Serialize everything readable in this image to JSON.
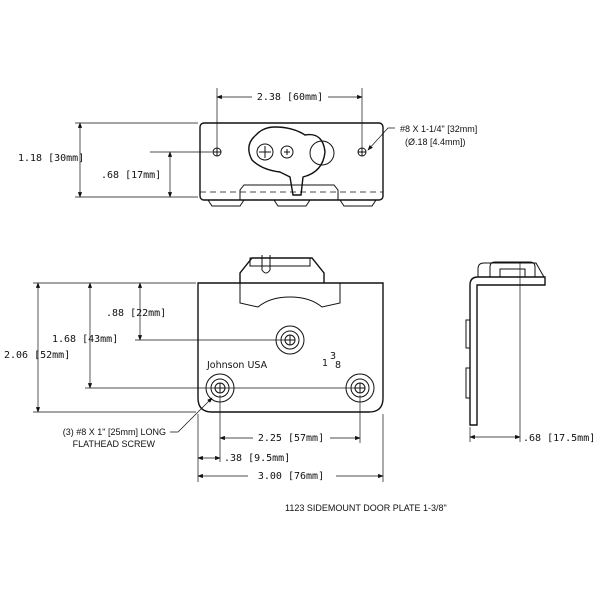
{
  "top_view": {
    "dim_width": "2.38 [60mm]",
    "dim_height": "1.18 [30mm]",
    "dim_hole_height": ".68 [17mm]",
    "callout_line1": "#8 X 1-1/4\" [32mm]",
    "callout_line2": "(Ø.18 [4.4mm])"
  },
  "front_view": {
    "dim_overall_height": "2.06 [52mm]",
    "dim_lower_holes": "1.68 [43mm]",
    "dim_upper_hole": ".88 [22mm]",
    "brand": "Johnson  USA",
    "size_mark_whole": "1",
    "size_mark_num": "3",
    "size_mark_den": "8",
    "callout_line1": "(3) #8 X 1\" [25mm] LONG",
    "callout_line2": "FLATHEAD SCREW",
    "dim_hole_spacing": "2.25 [57mm]",
    "dim_edge_offset": ".38 [9.5mm]",
    "dim_overall_width": "3.00 [76mm]"
  },
  "side_view": {
    "dim_depth": ".68 [17.5mm]"
  },
  "title": "1123 SIDEMOUNT DOOR PLATE 1-3/8\""
}
